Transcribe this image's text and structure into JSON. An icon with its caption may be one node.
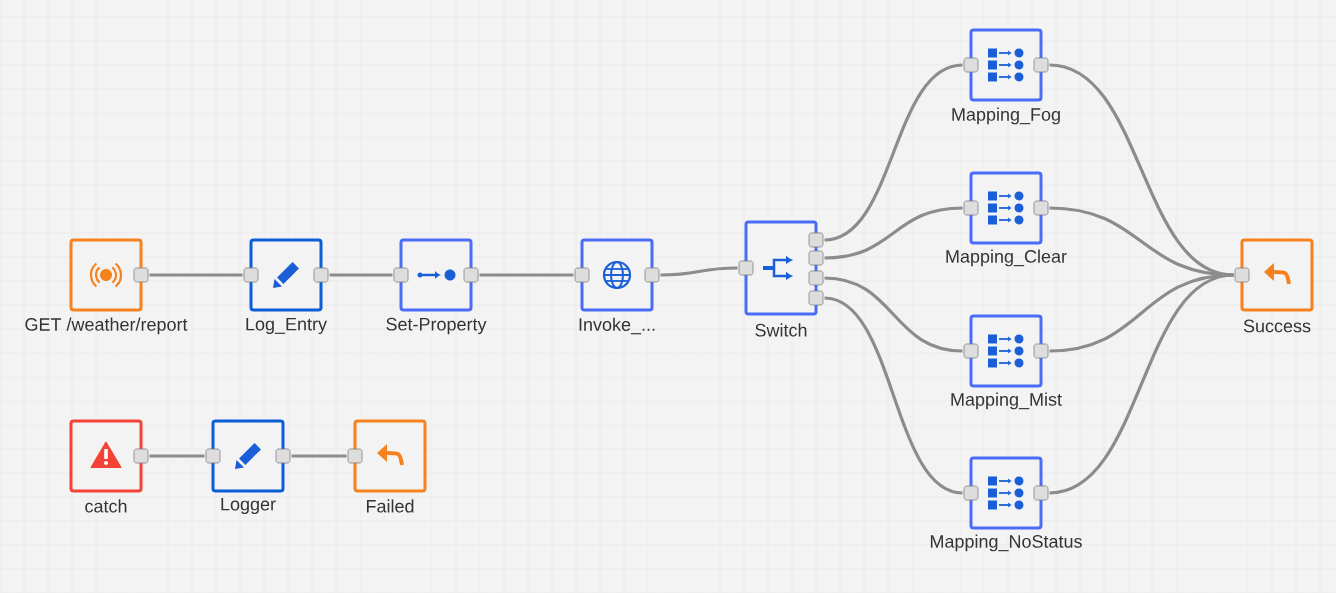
{
  "diagram": {
    "nodes": [
      {
        "text": [
          "GET /weather/report"
        ]
      },
      {
        "text": [
          "Log_Entry"
        ]
      },
      {
        "text": [
          "Set-Property"
        ]
      },
      {
        "text": [
          "Invoke_..."
        ]
      },
      {
        "text": [
          "Switch"
        ]
      },
      {
        "text": [
          "Mapping_Fog"
        ]
      },
      {
        "text": [
          "Mapping_Clear"
        ]
      },
      {
        "text": [
          "Mapping_Mist"
        ]
      },
      {
        "text": [
          "Mapping_NoStatus"
        ]
      },
      {
        "text": [
          "Success"
        ]
      },
      {
        "text": [
          "catch"
        ]
      },
      {
        "text": [
          "Logger"
        ]
      },
      {
        "text": [
          "Failed"
        ]
      }
    ],
    "edges": [
      {
        "from": 0,
        "to": 1,
        "arrow": "none"
      },
      {
        "from": 1,
        "to": 2,
        "arrow": "none"
      },
      {
        "from": 2,
        "to": 3,
        "arrow": "none"
      },
      {
        "from": 3,
        "to": 4,
        "arrow": "none"
      },
      {
        "from": 4,
        "to": 5,
        "arrow": "none"
      },
      {
        "from": 4,
        "to": 6,
        "arrow": "none"
      },
      {
        "from": 4,
        "to": 7,
        "arrow": "none"
      },
      {
        "from": 4,
        "to": 8,
        "arrow": "none"
      },
      {
        "from": 5,
        "to": 9,
        "arrow": "none"
      },
      {
        "from": 6,
        "to": 9,
        "arrow": "none"
      },
      {
        "from": 7,
        "to": 9,
        "arrow": "none"
      },
      {
        "from": 8,
        "to": 9,
        "arrow": "none"
      },
      {
        "from": 10,
        "to": 11,
        "arrow": "none"
      },
      {
        "from": 11,
        "to": 12,
        "arrow": "none"
      }
    ]
  }
}
